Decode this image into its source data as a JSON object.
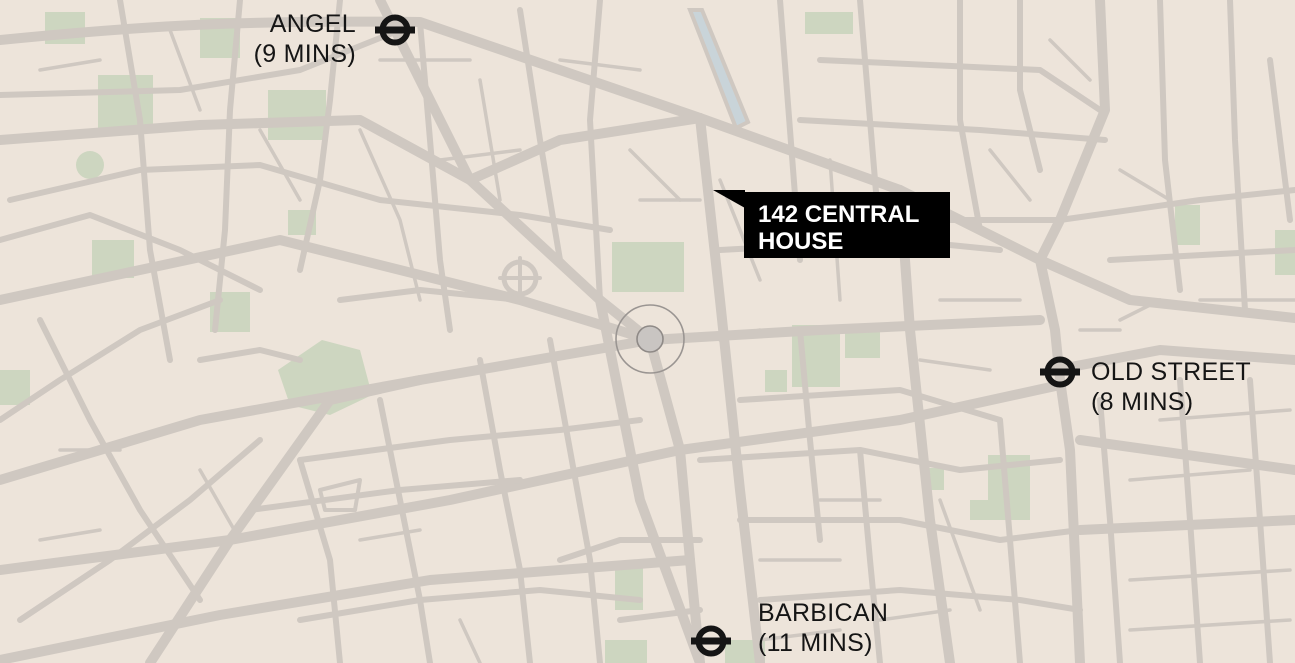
{
  "map": {
    "colors": {
      "land": "#ede4da",
      "street": "#cfc8c1",
      "park": "#cdd6c0",
      "canal": "#c9d4d9",
      "label": "#151515",
      "callout_bg": "#000000",
      "callout_text": "#ffffff",
      "pin": "#c9c5c2"
    },
    "location": {
      "line1": "142 CENTRAL",
      "line2": "HOUSE",
      "marker_icon": "location-pin-icon"
    },
    "stations": {
      "angel": {
        "name": "ANGEL",
        "time": "(9 MINS)",
        "icon": "underground-roundel-icon"
      },
      "old_street": {
        "name": "OLD STREET",
        "time": "(8 MINS)",
        "icon": "underground-roundel-icon"
      },
      "barbican": {
        "name": "BARBICAN",
        "time": "(11 MINS)",
        "icon": "underground-roundel-icon"
      }
    }
  }
}
